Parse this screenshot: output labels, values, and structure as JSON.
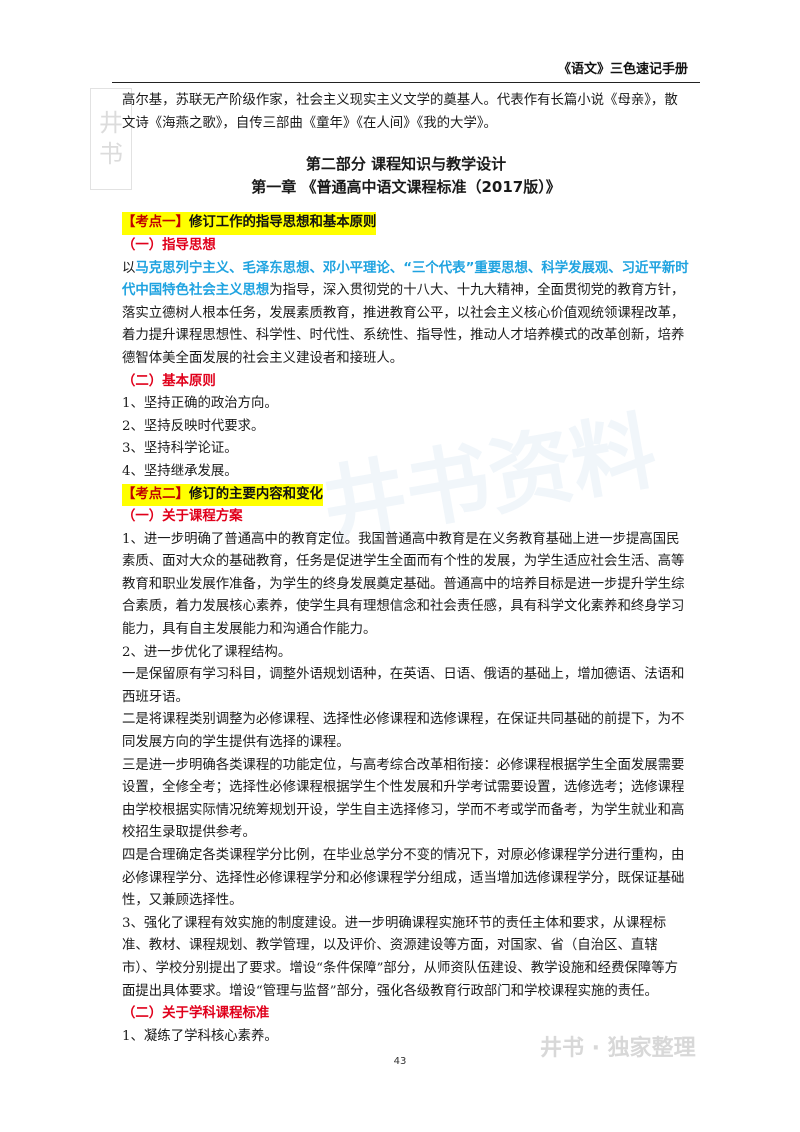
{
  "header": {
    "title": "《语文》三色速记手册"
  },
  "stamp": {
    "chars": [
      "井",
      "书"
    ]
  },
  "watermark": {
    "text": "井书资料"
  },
  "intro": "高尔基，苏联无产阶级作家，社会主义现实主义文学的奠基人。代表作有长篇小说《母亲》，散文诗《海燕之歌》，自传三部曲《童年》《在人间》《我的大学》。",
  "part_title": "第二部分 课程知识与教学设计",
  "chapter_title": "第一章 《普通高中语文课程标准（2017版）》",
  "kd1": {
    "bracket": "【考点一】",
    "label": "修订工作的指导思想和基本原则"
  },
  "kd1_s1": "（一）指导思想",
  "kd1_s1_lead": "以",
  "kd1_s1_blue": "马克思列宁主义、毛泽东思想、邓小平理论、“三个代表”重要思想、科学发展观、习近平新时代中国特色社会主义思想",
  "kd1_s1_rest": "为指导，深入贯彻党的十八大、十九大精神，全面贯彻党的教育方针，落实立德树人根本任务，发展素质教育，推进教育公平，以社会主义核心价值观统领课程改革，着力提升课程思想性、科学性、时代性、系统性、指导性，推动人才培养模式的改革创新，培养德智体美全面发展的社会主义建设者和接班人。",
  "kd1_s2": "（二）基本原则",
  "principles": [
    "1、坚持正确的政治方向。",
    "2、坚持反映时代要求。",
    "3、坚持科学论证。",
    "4、坚持继承发展。"
  ],
  "kd2": {
    "bracket": "【考点二】",
    "label": "修订的主要内容和变化"
  },
  "kd2_s1": "（一）关于课程方案",
  "p1": "1、进一步明确了普通高中的教育定位。我国普通高中教育是在义务教育基础上进一步提高国民素质、面对大众的基础教育，任务是促进学生全面而有个性的发展，为学生适应社会生活、高等教育和职业发展作准备，为学生的终身发展奠定基础。普通高中的培养目标是进一步提升学生综合素质，着力发展核心素养，使学生具有理想信念和社会责任感，具有科学文化素养和终身学习能力，具有自主发展能力和沟通合作能力。",
  "p2": "2、进一步优化了课程结构。",
  "p3": "一是保留原有学习科目，调整外语规划语种，在英语、日语、俄语的基础上，增加德语、法语和西班牙语。",
  "p4": "二是将课程类别调整为必修课程、选择性必修课程和选修课程，在保证共同基础的前提下，为不同发展方向的学生提供有选择的课程。",
  "p5": "三是进一步明确各类课程的功能定位，与高考综合改革相衔接：必修课程根据学生全面发展需要设置，全修全考；选择性必修课程根据学生个性发展和升学考试需要设置，选修选考；选修课程由学校根据实际情况统筹规划开设，学生自主选择修习，学而不考或学而备考，为学生就业和高校招生录取提供参考。",
  "p6": "四是合理确定各类课程学分比例，在毕业总学分不变的情况下，对原必修课程学分进行重构，由必修课程学分、选择性必修课程学分和必修课程学分组成，适当增加选修课程学分，既保证基础性，又兼顾选择性。",
  "p7": "3、强化了课程有效实施的制度建设。进一步明确课程实施环节的责任主体和要求，从课程标准、教材、课程规划、教学管理，以及评价、资源建设等方面，对国家、省（自治区、直辖市）、学校分别提出了要求。增设“条件保障”部分，从师资队伍建设、教学设施和经费保障等方面提出具体要求。增设“管理与监督”部分，强化各级教育行政部门和学校课程实施的责任。",
  "kd2_s2": "（二）关于学科课程标准",
  "p8": "1、凝练了学科核心素养。",
  "footer": {
    "brand": "井书 · 独家整理",
    "page": "43"
  }
}
